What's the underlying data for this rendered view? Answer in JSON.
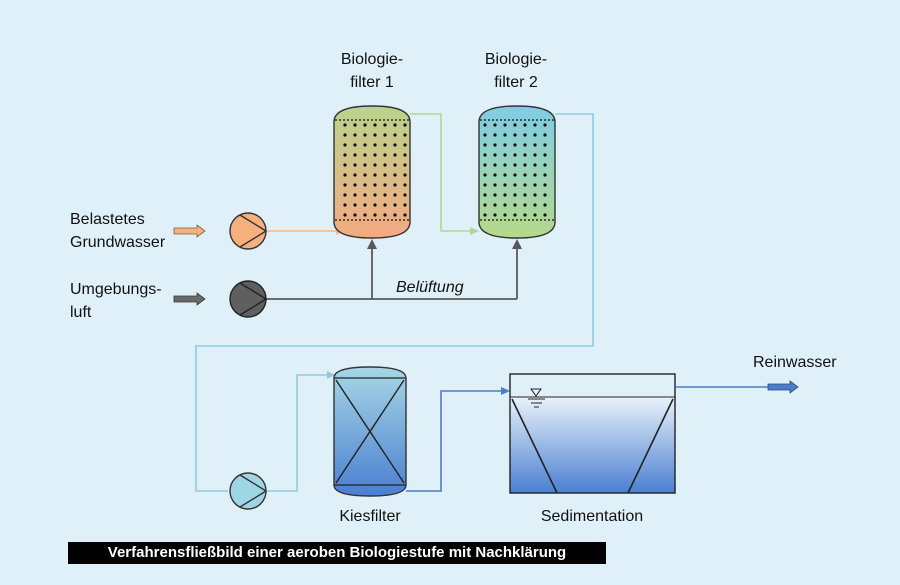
{
  "labels": {
    "filter1": "Biologie-\nfilter 1",
    "filter2": "Biologie-\nfilter 2",
    "inlet": "Belastetes\nGrundwasser",
    "air": "Umgebungs-\nluft",
    "aeration": "Belüftung",
    "kiesfilter": "Kiesfilter",
    "sedimentation": "Sedimentation",
    "reinwasser": "Reinwasser"
  },
  "caption": "Verfahrensfließbild einer aeroben Biologiestufe mit Nachklärung",
  "colors": {
    "background": "#e0f0f8",
    "inlet_line": "#f4b88a",
    "air_line": "#595959",
    "filter_link_line": "#b0d890",
    "filter2_outlet_line": "#8ccce0",
    "clean_line": "#4a7ec8",
    "pump_inlet": "#f6b07e",
    "pump_air": "#5f5f5f",
    "pump_water": "#9fd6e6"
  },
  "icons": [
    "centrifugal-pump-icon",
    "arrow-right-icon",
    "water-level-icon"
  ]
}
